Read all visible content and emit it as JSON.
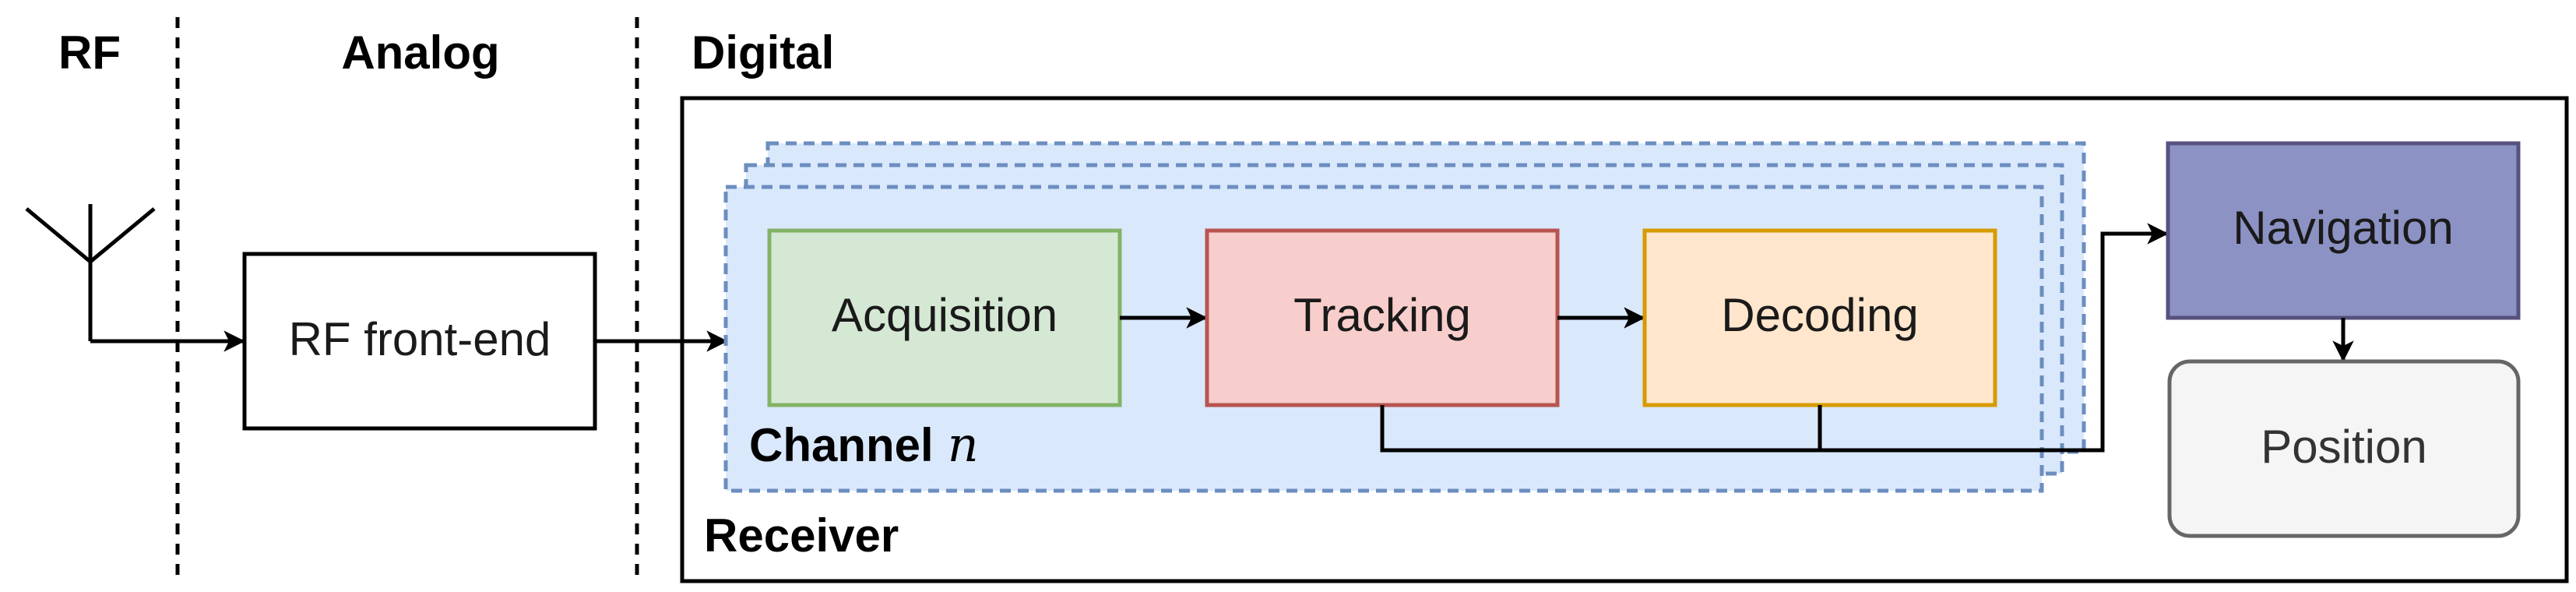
{
  "sections": {
    "rf": "RF",
    "analog": "Analog",
    "digital": "Digital"
  },
  "blocks": {
    "frontend": "RF front-end",
    "acquisition": "Acquisition",
    "tracking": "Tracking",
    "decoding": "Decoding",
    "navigation": "Navigation",
    "position": "Position"
  },
  "channel": {
    "label": "Channel",
    "index": "n"
  },
  "receiver": {
    "label": "Receiver"
  },
  "colors": {
    "acquisition_fill": "#d5e8d4",
    "acquisition_stroke": "#82b366",
    "tracking_fill": "#f8cecc",
    "tracking_stroke": "#b85450",
    "decoding_fill": "#ffe6cc",
    "decoding_stroke": "#d79b00",
    "navigation_fill": "#8c92c4",
    "navigation_stroke": "#56517e",
    "position_fill": "#f5f5f5",
    "position_stroke": "#666666",
    "channel_fill": "#dae8fc",
    "channel_stroke": "#6c8ebf"
  }
}
